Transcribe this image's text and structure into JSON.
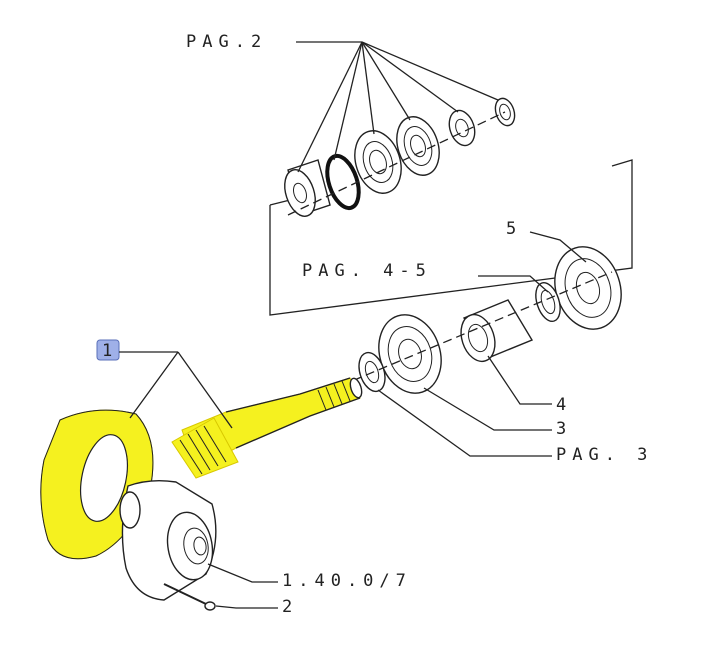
{
  "labels": {
    "pag2": "PAG.2",
    "pag45": "PAG. 4-5",
    "pag3": "PAG. 3",
    "ref_diff": "1.40.0/7",
    "item1": "1",
    "item2": "2",
    "item3": "3",
    "item4": "4",
    "item5": "5"
  },
  "colors": {
    "highlight": "#f5f11f",
    "item1_badge": "#9fb0e8",
    "line": "#222222"
  }
}
